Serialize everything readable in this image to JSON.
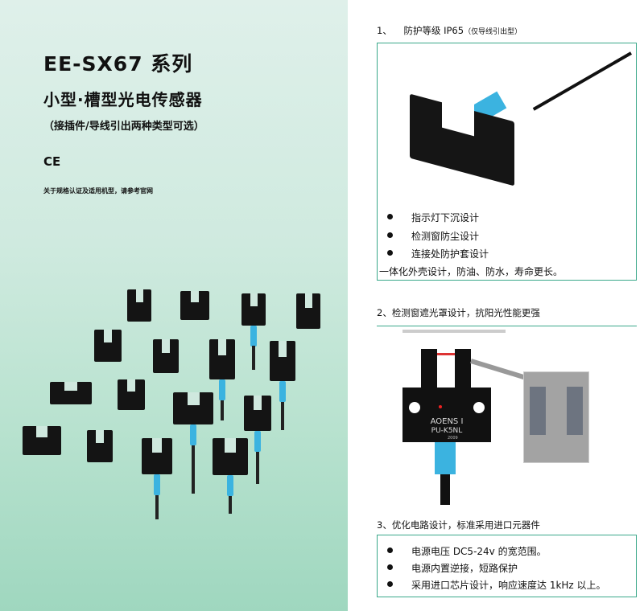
{
  "left": {
    "title": "EE-SX67 系列",
    "subtitle": "小型·槽型光电传感器",
    "options": "（接插件/导线引出两种类型可选）",
    "cert": "CE",
    "note": "关于规格认证及适用机型，请参考官网"
  },
  "sections": [
    {
      "number": "1、",
      "title": "防护等级 IP65",
      "title_note": "（仅导线引出型）",
      "bullets": [
        "指示灯下沉设计",
        "检测窗防尘设计",
        "连接处防护套设计"
      ],
      "paragraph": "一体化外壳设计，防油、防水，寿命更长。"
    },
    {
      "title": "2、检测窗遮光罩设计，抗阳光性能更强",
      "sensor_brand": "AOENS I",
      "sensor_model": "PU-K5NL",
      "sensor_code": "2009"
    },
    {
      "title": "3、优化电路设计，标准采用进口元器件",
      "bullets": [
        "电源电压 DC5-24v 的宽范围。",
        "电源内置逆接，短路保护",
        "采用进口芯片设计，响应速度达 1kHz 以上。"
      ]
    }
  ],
  "colors": {
    "accent": "#3aa88a",
    "cable_boot": "#3bb3e0"
  }
}
